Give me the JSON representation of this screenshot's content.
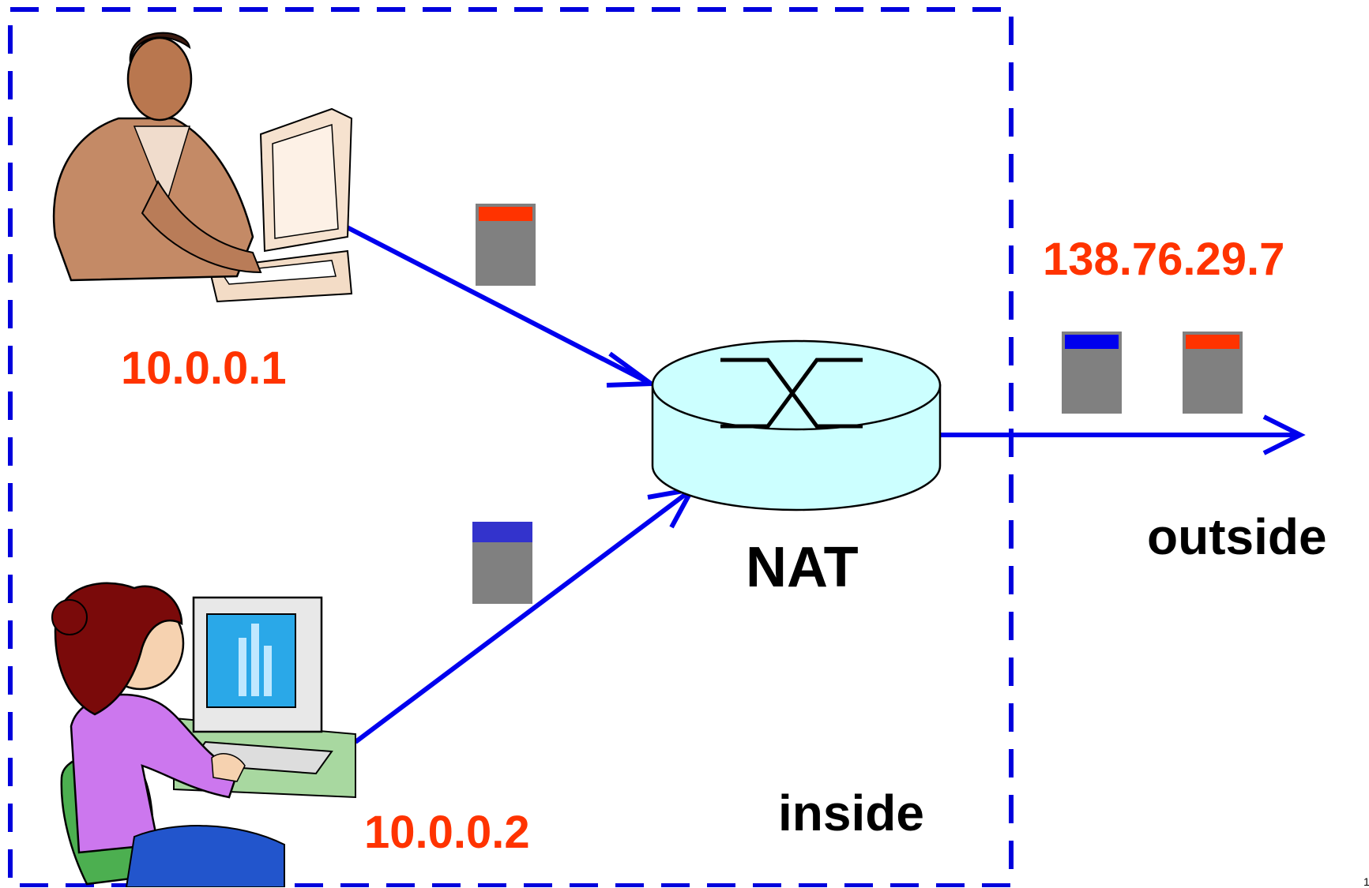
{
  "colors": {
    "boundary": "#0000dd",
    "arrow": "#0000ee",
    "ip_text": "#ff3300",
    "router_fill": "#ccffff",
    "packet_body": "#808080",
    "packet_red": "#ff3300",
    "packet_blue": "#0000ee"
  },
  "labels": {
    "host1_ip": "10.0.0.1",
    "host2_ip": "10.0.0.2",
    "public_ip": "138.76.29.7",
    "nat": "NAT",
    "outside": "outside",
    "inside": "inside",
    "page_number": "1"
  },
  "nodes": [
    {
      "id": "host1",
      "icon": "man-at-computer-icon"
    },
    {
      "id": "host2",
      "icon": "woman-at-computer-icon"
    },
    {
      "id": "nat",
      "icon": "router-icon"
    }
  ],
  "packets": [
    {
      "id": "packet-host1",
      "header": "red"
    },
    {
      "id": "packet-host2",
      "header": "blue"
    },
    {
      "id": "packet-out-1",
      "header": "blue"
    },
    {
      "id": "packet-out-2",
      "header": "red"
    }
  ],
  "edges": [
    {
      "from": "host1",
      "to": "nat"
    },
    {
      "from": "host2",
      "to": "nat"
    },
    {
      "from": "nat",
      "to": "outside"
    }
  ]
}
